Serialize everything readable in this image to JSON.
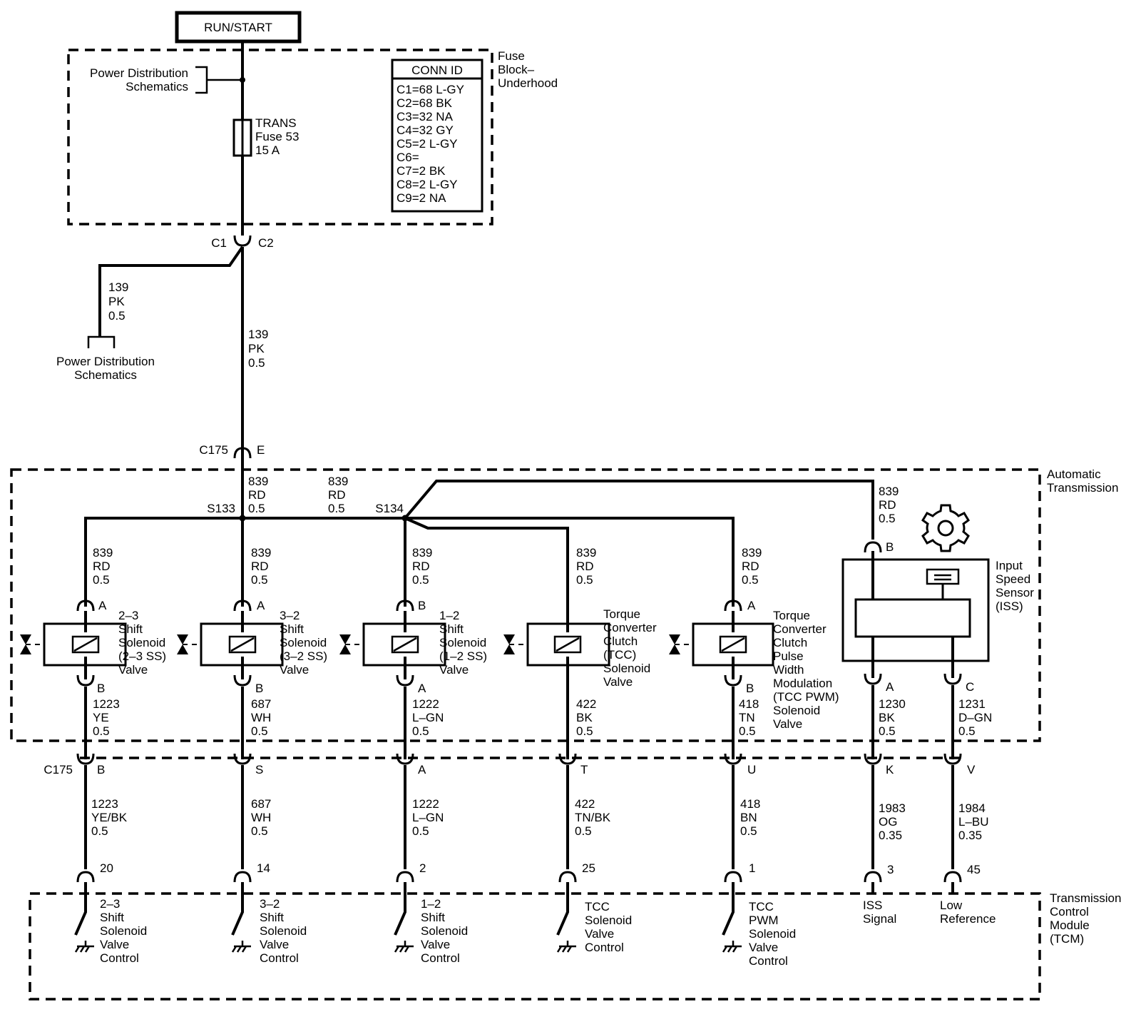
{
  "power_label": "RUN/START",
  "power_dist": {
    "line1": "Power Distribution",
    "line2": "Schematics"
  },
  "fuse_block": {
    "l1": "Fuse",
    "l2": "Block–",
    "l3": "Underhood"
  },
  "fuse": {
    "l1": "TRANS",
    "l2": "Fuse 53",
    "l3": "15 A"
  },
  "conn_id": {
    "title": "CONN ID",
    "rows": [
      "C1=68 L-GY",
      "C2=68 BK",
      "C3=32 NA",
      "C4=32 GY",
      "C5=2 L-GY",
      "C6=",
      "C7=2 BK",
      "C8=2 L-GY",
      "C9=2 NA"
    ]
  },
  "connectors": {
    "c1": "C1",
    "c2": "C2",
    "c175": "C175",
    "c175_pin": "E",
    "c175_lower": "C175"
  },
  "wire_pd": {
    "num": "139",
    "color": "PK",
    "size": "0.5"
  },
  "wire_main": {
    "num": "139",
    "color": "PK",
    "size": "0.5"
  },
  "power_dist_2": {
    "line1": "Power Distribution",
    "line2": "Schematics"
  },
  "splices": {
    "s133": "S133",
    "s134": "S134"
  },
  "wire_839_a": {
    "num": "839",
    "color": "RD",
    "size": "0.5"
  },
  "wire_839_b": {
    "num": "839",
    "color": "RD",
    "size": "0.5"
  },
  "wire_839_iss": {
    "num": "839",
    "color": "RD",
    "size": "0.5"
  },
  "auto_trans": {
    "l1": "Automatic",
    "l2": "Transmission"
  },
  "tcm_label": {
    "l1": "Transmission",
    "l2": "Control",
    "l3": "Module",
    "l4": "(TCM)"
  },
  "solenoids": [
    {
      "top_wire": {
        "num": "839",
        "color": "RD",
        "size": "0.5"
      },
      "top_pin": "A",
      "bot_pin": "B",
      "name": [
        "2–3",
        "Shift",
        "Solenoid",
        "(2–3 SS)",
        "Valve"
      ],
      "bot_wire": {
        "num": "1223",
        "color": "YE",
        "size": "0.5"
      },
      "c175_pin": "B",
      "harness_wire": {
        "num": "1223",
        "color": "YE/BK",
        "size": "0.5"
      },
      "tcm_pin": "20",
      "tcm_name": [
        "2–3",
        "Shift",
        "Solenoid",
        "Valve",
        "Control"
      ]
    },
    {
      "top_wire": {
        "num": "839",
        "color": "RD",
        "size": "0.5"
      },
      "top_pin": "A",
      "bot_pin": "B",
      "name": [
        "3–2",
        "Shift",
        "Solenoid",
        "(3–2 SS)",
        "Valve"
      ],
      "bot_wire": {
        "num": "687",
        "color": "WH",
        "size": "0.5"
      },
      "c175_pin": "S",
      "harness_wire": {
        "num": "687",
        "color": "WH",
        "size": "0.5"
      },
      "tcm_pin": "14",
      "tcm_name": [
        "3–2",
        "Shift",
        "Solenoid",
        "Valve",
        "Control"
      ]
    },
    {
      "top_wire": {
        "num": "839",
        "color": "RD",
        "size": "0.5"
      },
      "top_pin": "B",
      "bot_pin": "A",
      "name": [
        "1–2",
        "Shift",
        "Solenoid",
        "(1–2 SS)",
        "Valve"
      ],
      "bot_wire": {
        "num": "1222",
        "color": "L–GN",
        "size": "0.5"
      },
      "c175_pin": "A",
      "harness_wire": {
        "num": "1222",
        "color": "L–GN",
        "size": "0.5"
      },
      "tcm_pin": "2",
      "tcm_name": [
        "1–2",
        "Shift",
        "Solenoid",
        "Valve",
        "Control"
      ]
    },
    {
      "top_wire": {
        "num": "839",
        "color": "RD",
        "size": "0.5"
      },
      "top_pin": "",
      "bot_pin": "",
      "name": [
        "Torque",
        "Converter",
        "Clutch",
        "(TCC)",
        "Solenoid",
        "Valve"
      ],
      "bot_wire": {
        "num": "422",
        "color": "BK",
        "size": "0.5"
      },
      "c175_pin": "T",
      "harness_wire": {
        "num": "422",
        "color": "TN/BK",
        "size": "0.5"
      },
      "tcm_pin": "25",
      "tcm_name": [
        "TCC",
        "Solenoid",
        "Valve",
        "Control"
      ]
    },
    {
      "top_wire": {
        "num": "839",
        "color": "RD",
        "size": "0.5"
      },
      "top_pin": "A",
      "bot_pin": "B",
      "name": [
        "Torque",
        "Converter",
        "Clutch",
        "Pulse",
        "Width",
        "Modulation",
        "(TCC PWM)",
        "Solenoid",
        "Valve"
      ],
      "bot_wire": {
        "num": "418",
        "color": "TN",
        "size": "0.5"
      },
      "c175_pin": "U",
      "harness_wire": {
        "num": "418",
        "color": "BN",
        "size": "0.5"
      },
      "tcm_pin": "1",
      "tcm_name": [
        "TCC",
        "PWM",
        "Solenoid",
        "Valve",
        "Control"
      ]
    }
  ],
  "iss": {
    "name": [
      "Input",
      "Speed",
      "Sensor",
      "(ISS)"
    ],
    "top_pin": "B",
    "pin_a": "A",
    "pin_c": "C",
    "wire_a": {
      "num": "1230",
      "color": "BK",
      "size": "0.5"
    },
    "wire_c": {
      "num": "1231",
      "color": "D–GN",
      "size": "0.5"
    },
    "c175_a": "K",
    "c175_c": "V",
    "harness_a": {
      "num": "1983",
      "color": "OG",
      "size": "0.35"
    },
    "harness_c": {
      "num": "1984",
      "color": "L–BU",
      "size": "0.35"
    },
    "tcm_pin_a": "3",
    "tcm_pin_c": "45",
    "tcm_a": [
      "ISS",
      "Signal"
    ],
    "tcm_c": [
      "Low",
      "Reference"
    ]
  }
}
